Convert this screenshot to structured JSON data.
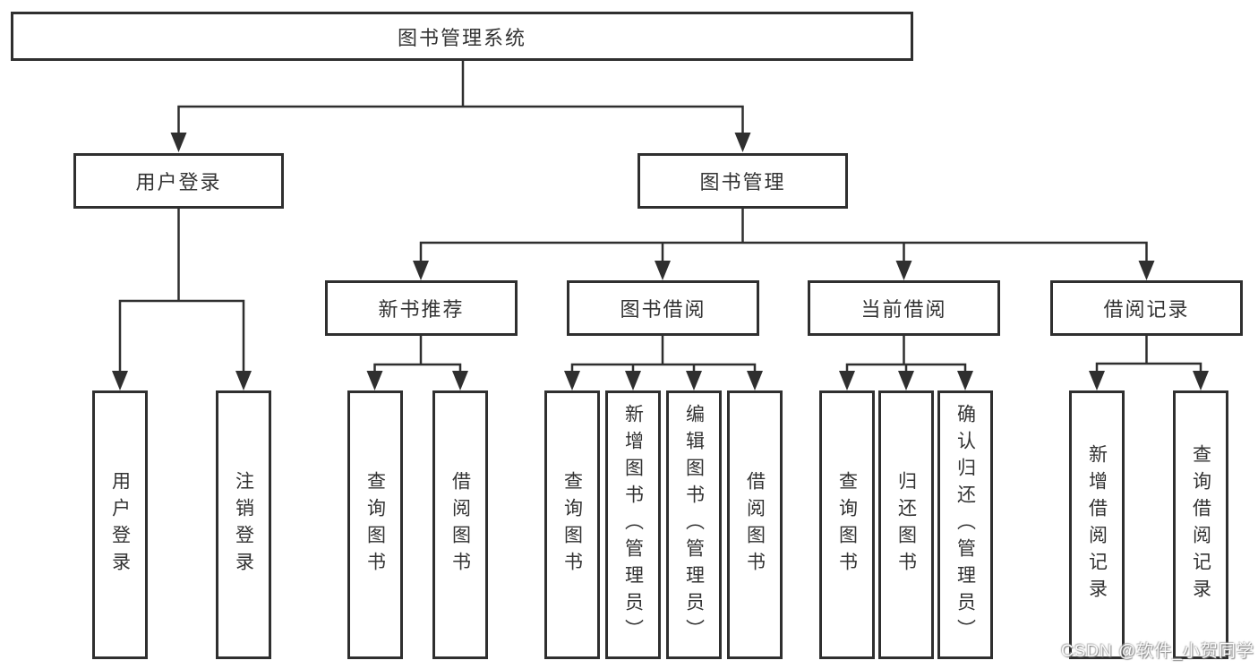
{
  "diagram": {
    "root": {
      "label": "图书管理系统"
    },
    "level2": [
      {
        "label": "用户登录"
      },
      {
        "label": "图书管理"
      }
    ],
    "level3": [
      {
        "label": "新书推荐"
      },
      {
        "label": "图书借阅"
      },
      {
        "label": "当前借阅"
      },
      {
        "label": "借阅记录"
      }
    ],
    "leaves": {
      "user_login": [
        "用户登录",
        "注销登录"
      ],
      "new_book": [
        "查询图书",
        "借阅图书"
      ],
      "book_borrow": [
        "查询图书",
        "新增图书（管理员）",
        "编辑图书（管理员）",
        "借阅图书"
      ],
      "current_borrow": [
        "查询图书",
        "归还图书",
        "确认归还（管理员）"
      ],
      "borrow_record": [
        "新增借阅记录",
        "查询借阅记录"
      ]
    },
    "colors": {
      "line": "#2f2f2f",
      "box_border": "#2f2f2f",
      "text": "#333333",
      "background": "#ffffff"
    }
  },
  "watermark": {
    "text": "CSDN @软件_小贺同学"
  }
}
